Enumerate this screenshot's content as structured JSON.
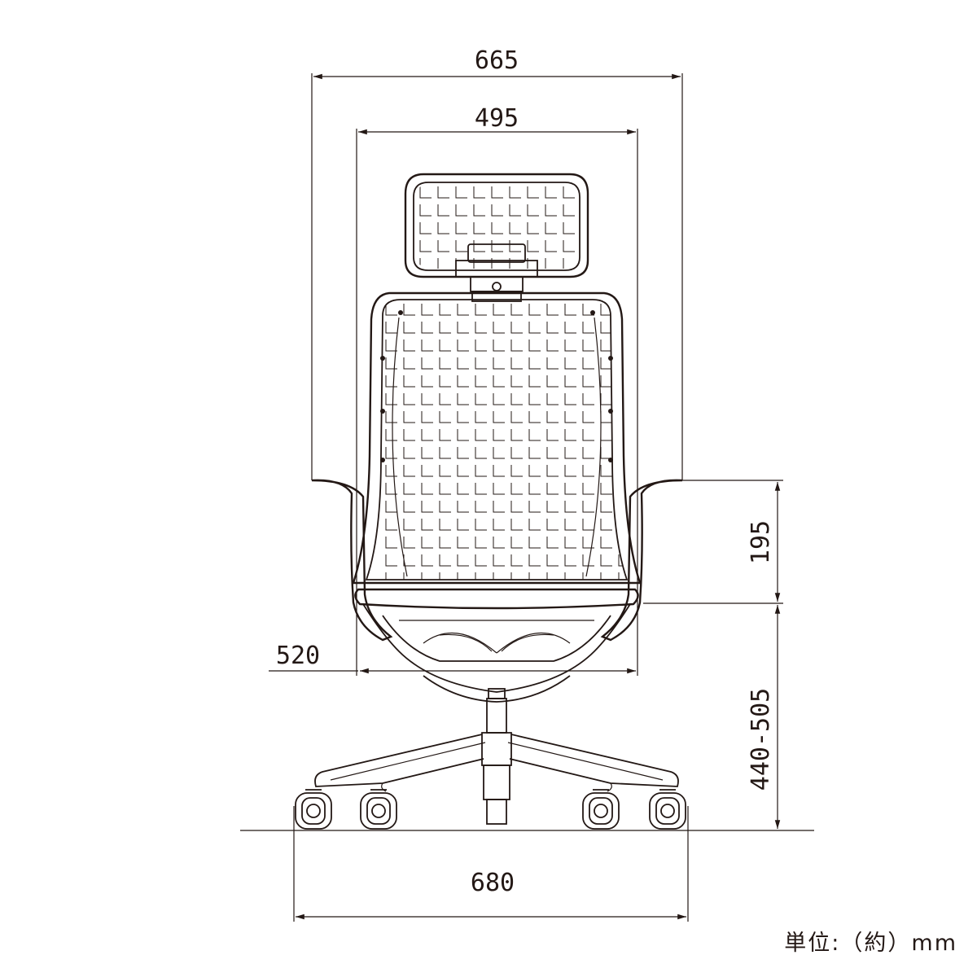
{
  "dimensions": {
    "overall_width": "665",
    "back_width": "495",
    "armrest_height": "195",
    "seat_width": "520",
    "seat_height": "440-505",
    "base_width": "680"
  },
  "unit_note": "単位:（約）mm",
  "colors": {
    "line": "#231815",
    "background": "#ffffff"
  }
}
